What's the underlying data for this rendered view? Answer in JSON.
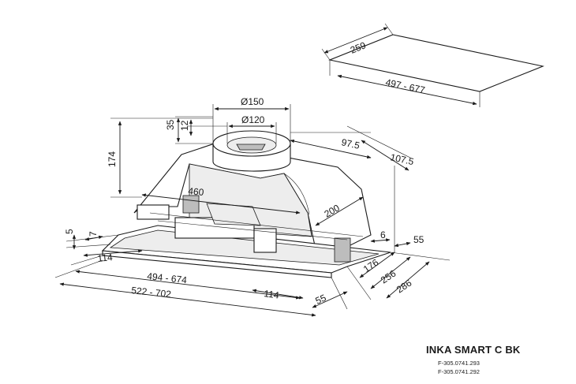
{
  "product": {
    "name": "INKA SMART C BK",
    "codes": [
      "F-305.0741.293",
      "F-305.0741.292"
    ]
  },
  "dimensions": {
    "panel_depth": "259",
    "panel_width": "497 - 677",
    "outlet_outer": "Ø150",
    "outlet_inner": "Ø120",
    "collar_height": "35",
    "collar_inner": "12",
    "body_height": "174",
    "outlet_offset_a": "97.5",
    "outlet_offset_b": "107.5",
    "body_width": "460",
    "body_depth": "200",
    "flange_h": "5",
    "flange_left": "7",
    "right_gap": "6",
    "right_edge": "55",
    "left_inset": "114",
    "depth_a": "176",
    "depth_b": "256",
    "depth_c": "286",
    "cut_width": "494 - 674",
    "total_width": "522 - 702",
    "front_inset": "114",
    "front_edge": "55"
  },
  "colors": {
    "line": "#1a1a1a",
    "background": "#ffffff"
  }
}
